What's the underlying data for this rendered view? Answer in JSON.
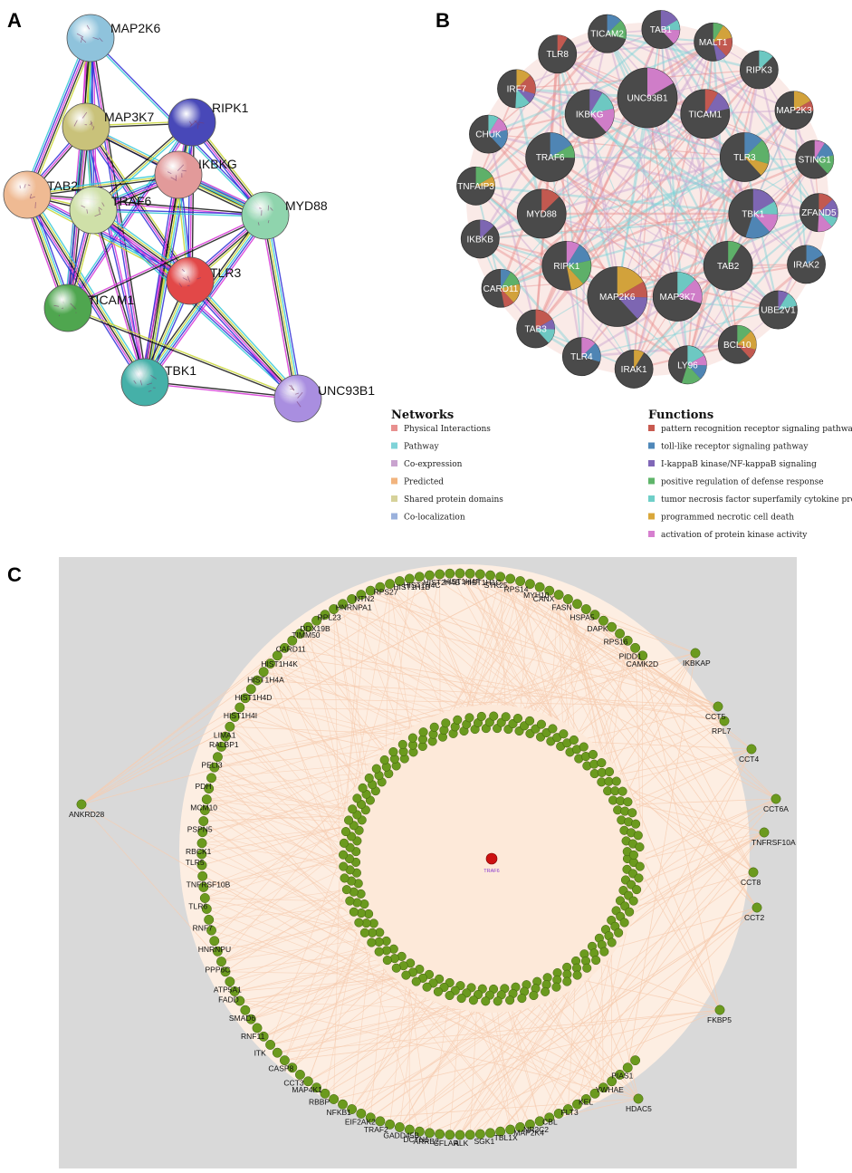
{
  "panel_labels": {
    "a": "A",
    "b": "B",
    "c": "C"
  },
  "panel_a": {
    "nodes": [
      {
        "id": "MAP2K6",
        "color": "#8fc3dc"
      },
      {
        "id": "MAP3K7",
        "color": "#c9c27a"
      },
      {
        "id": "RIPK1",
        "color": "#4848b8"
      },
      {
        "id": "TAB2",
        "color": "#efba93"
      },
      {
        "id": "IKBKG",
        "color": "#e29a9a"
      },
      {
        "id": "TRAF6",
        "color": "#cfe0a8"
      },
      {
        "id": "MYD88",
        "color": "#8fd4ad"
      },
      {
        "id": "TLR3",
        "color": "#e24848"
      },
      {
        "id": "TICAM1",
        "color": "#4fa64f"
      },
      {
        "id": "TBK1",
        "color": "#45b0a8"
      },
      {
        "id": "UNC93B1",
        "color": "#a98ee0"
      }
    ],
    "edge_colors": [
      "#d633d6",
      "#2b2bd6",
      "#33c8d6",
      "#c8d633",
      "#111111"
    ]
  },
  "panel_b": {
    "outer_nodes": [
      "TLR8",
      "TICAM2",
      "TAB1",
      "MALT1",
      "RIPK3",
      "MAP2K3",
      "STING1",
      "ZFAND5",
      "IRAK2",
      "UBE2V1",
      "BCL10",
      "LY96",
      "IRAK1",
      "TLR4",
      "TAB3",
      "CARD11",
      "IKBKB",
      "TNFAIP3",
      "CHUK",
      "IRF7"
    ],
    "inner_nodes": [
      "UNC93B1",
      "TICAM1",
      "TLR3",
      "TBK1",
      "TAB2",
      "MAP3K7",
      "MAP2K6",
      "RIPK1",
      "MYD88",
      "TRAF6",
      "IKBKG"
    ],
    "networks_title": "Networks",
    "networks": [
      {
        "label": "Physical Interactions",
        "color": "#e8908f"
      },
      {
        "label": "Pathway",
        "color": "#7fd3d8"
      },
      {
        "label": "Co-expression",
        "color": "#c9a3cf"
      },
      {
        "label": "Predicted",
        "color": "#f2b47e"
      },
      {
        "label": "Shared protein domains",
        "color": "#d6d29a"
      },
      {
        "label": "Co-localization",
        "color": "#9ab1dc"
      }
    ],
    "functions_title": "Functions",
    "functions": [
      {
        "label": "pattern recognition receptor signaling pathway",
        "color": "#c85a50"
      },
      {
        "label": "toll-like receptor signaling pathway",
        "color": "#4f88b9"
      },
      {
        "label": "I-kappaB kinase/NF-kappaB signaling",
        "color": "#8067b7"
      },
      {
        "label": "positive regulation of defense response",
        "color": "#5fb56a"
      },
      {
        "label": "tumor necrosis factor superfamily cytokine production",
        "color": "#6fcfc8"
      },
      {
        "label": "programmed necrotic cell death",
        "color": "#d9a73a"
      },
      {
        "label": "activation of protein kinase activity",
        "color": "#d67fcf"
      }
    ]
  },
  "panel_c": {
    "center_label": "TRAF6",
    "center_color": "#cc1111",
    "node_color": "#6b9a1e",
    "outer_labels": [
      "IKBKAP",
      "CCT5",
      "RPL7",
      "CCT4",
      "CCT6A",
      "TNFRSF10A",
      "CCT8",
      "CCT2",
      "FKBP5",
      "HDAC5",
      "ANKRD28",
      "CAMK2D",
      "PIDD1",
      "RPS16",
      "DAPK",
      "HSPA5",
      "FASN",
      "CANX",
      "MYH10",
      "RPS14",
      "STK25",
      "HIST1H1C",
      "HIST1H4F",
      "HIST2H4B",
      "HIST1H4C",
      "HIST1H1B",
      "RPS27",
      "NTN2",
      "HNRNPA1",
      "RPL23",
      "DDX19B",
      "TIMM50",
      "CARD11",
      "HIST1H4K",
      "HIST1H4A",
      "HIST1H4D",
      "HIST1H4I",
      "LIMA1",
      "RALBP1",
      "PELI3",
      "PDH",
      "MCM10",
      "PSPN5",
      "RBCK1",
      "TLR5",
      "TNFRSF10B",
      "TLR6",
      "RNF7",
      "HNRNPU",
      "PPP6C",
      "ATP5A1",
      "FADD",
      "SMAD6",
      "RNF11",
      "ITK",
      "CASP8",
      "CCT3",
      "MAP4K1",
      "RBBP",
      "NFKB1",
      "EIF2AK2",
      "TRAF2",
      "GADD45B",
      "DCTN1",
      "ARRB2",
      "CFLAR",
      "ALK",
      "SGK1",
      "TBL1X",
      "MAP2K4",
      "NR2C2",
      "CBL",
      "FLT3",
      "KEL",
      "YWHAE",
      "PIAS1"
    ]
  }
}
